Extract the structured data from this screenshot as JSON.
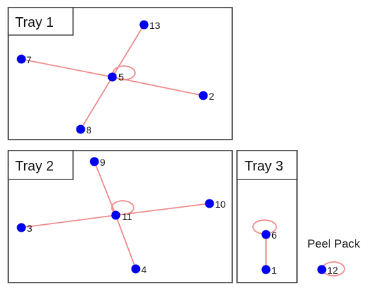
{
  "panels": [
    {
      "id": "tray1",
      "title": "Tray 1"
    },
    {
      "id": "tray2",
      "title": "Tray 2"
    },
    {
      "id": "tray3",
      "title": "Tray 3"
    },
    {
      "id": "peel",
      "title": "Peel Pack"
    }
  ],
  "nodes": [
    {
      "id": "n5",
      "label": "5"
    },
    {
      "id": "n13",
      "label": "13"
    },
    {
      "id": "n7",
      "label": "7"
    },
    {
      "id": "n2",
      "label": "2"
    },
    {
      "id": "n8",
      "label": "8"
    },
    {
      "id": "n9",
      "label": "9"
    },
    {
      "id": "n11",
      "label": "11"
    },
    {
      "id": "n10",
      "label": "10"
    },
    {
      "id": "n3",
      "label": "3"
    },
    {
      "id": "n4",
      "label": "4"
    },
    {
      "id": "n6",
      "label": "6"
    },
    {
      "id": "n1",
      "label": "1"
    },
    {
      "id": "n12",
      "label": "12"
    }
  ],
  "edges": [
    {
      "from": "n5",
      "to": "n13"
    },
    {
      "from": "n5",
      "to": "n7"
    },
    {
      "from": "n5",
      "to": "n2"
    },
    {
      "from": "n5",
      "to": "n8"
    },
    {
      "from": "n11",
      "to": "n9"
    },
    {
      "from": "n11",
      "to": "n10"
    },
    {
      "from": "n11",
      "to": "n3"
    },
    {
      "from": "n11",
      "to": "n4"
    },
    {
      "from": "n6",
      "to": "n1"
    }
  ],
  "self_loops": [
    "n5",
    "n11",
    "n6",
    "n12"
  ],
  "colors": {
    "node": "#0000ee",
    "edge": "#ee8a8a",
    "frame": "#3a3a3a"
  }
}
